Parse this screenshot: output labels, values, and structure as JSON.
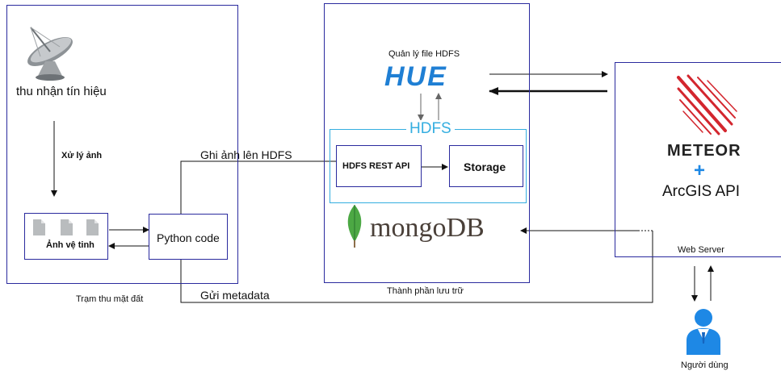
{
  "ground_station": {
    "title": "Trạm thu mặt đất",
    "receive_label": "thu nhận tín hiệu",
    "process_label": "Xử lý ảnh",
    "images_label": "Ảnh vệ tinh",
    "python_label": "Python code"
  },
  "storage_component": {
    "title": "Thành phần lưu trữ",
    "hue_caption": "Quản lý file HDFS",
    "hue_logo": "HUE",
    "hdfs_label": "HDFS",
    "rest_api_label": "HDFS REST API",
    "storage_label": "Storage",
    "mongo_logo": "mongoDB"
  },
  "web_server": {
    "title": "Web Server",
    "meteor_logo": "METEOR",
    "plus": "+",
    "arcgis_label": "ArcGIS API"
  },
  "edges": {
    "write_hdfs": "Ghi ảnh lên HDFS",
    "send_metadata": "Gửi metadata"
  },
  "user": {
    "label": "Người dùng"
  },
  "colors": {
    "box_border": "#2a2a9e",
    "hdfs_border": "#34aee0",
    "hue_blue": "#1f7fd4",
    "meteor_red": "#d3262e",
    "mongo_green": "#4ca844",
    "user_blue": "#1e88e5"
  }
}
